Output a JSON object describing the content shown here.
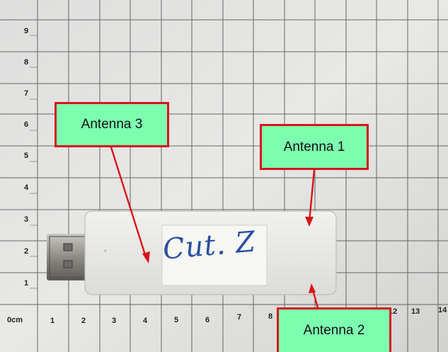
{
  "scale": {
    "vertical_ticks": [
      "9",
      "8",
      "7",
      "6",
      "5",
      "4",
      "3",
      "2",
      "1"
    ],
    "horizontal_ticks": [
      "0cm",
      "1",
      "2",
      "3",
      "4",
      "5",
      "6",
      "7",
      "8",
      "12",
      "13",
      "14"
    ]
  },
  "device": {
    "handwritten_label": "Cut. Z"
  },
  "callouts": {
    "antenna3": "Antenna 3",
    "antenna1": "Antenna 1",
    "antenna2": "Antenna 2"
  },
  "colors": {
    "callout_fill": "#7dffb0",
    "callout_border": "#d8141b",
    "arrow": "#d8141b"
  }
}
